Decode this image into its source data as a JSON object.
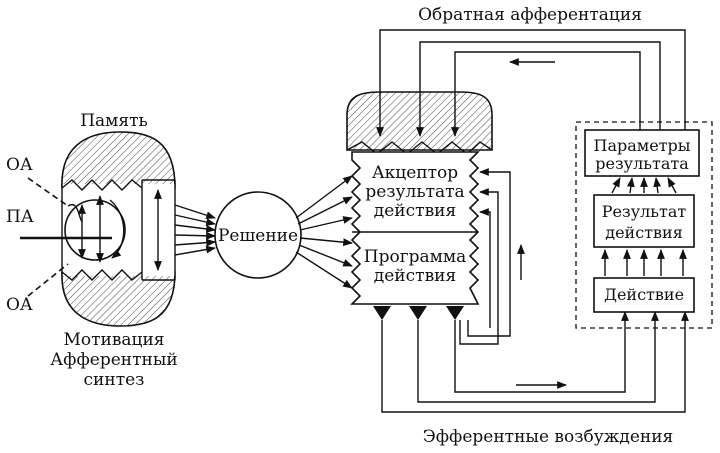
{
  "labels": {
    "feedback": "Обратная афферентация",
    "memory": "Память",
    "oa_top": "ОА",
    "pa": "ПА",
    "oa_bottom": "ОА",
    "motivation": "Мотивация",
    "afferent_synthesis_1": "Афферентный",
    "afferent_synthesis_2": "синтез",
    "decision": "Решение",
    "acceptor_1": "Акцептор",
    "acceptor_2": "результата",
    "acceptor_3": "действия",
    "program_1": "Программа",
    "program_2": "действия",
    "params_1": "Параметры",
    "params_2": "результата",
    "result_1": "Результат",
    "result_2": "действия",
    "action": "Действие",
    "efferent": "Эфферентные возбуждения"
  }
}
